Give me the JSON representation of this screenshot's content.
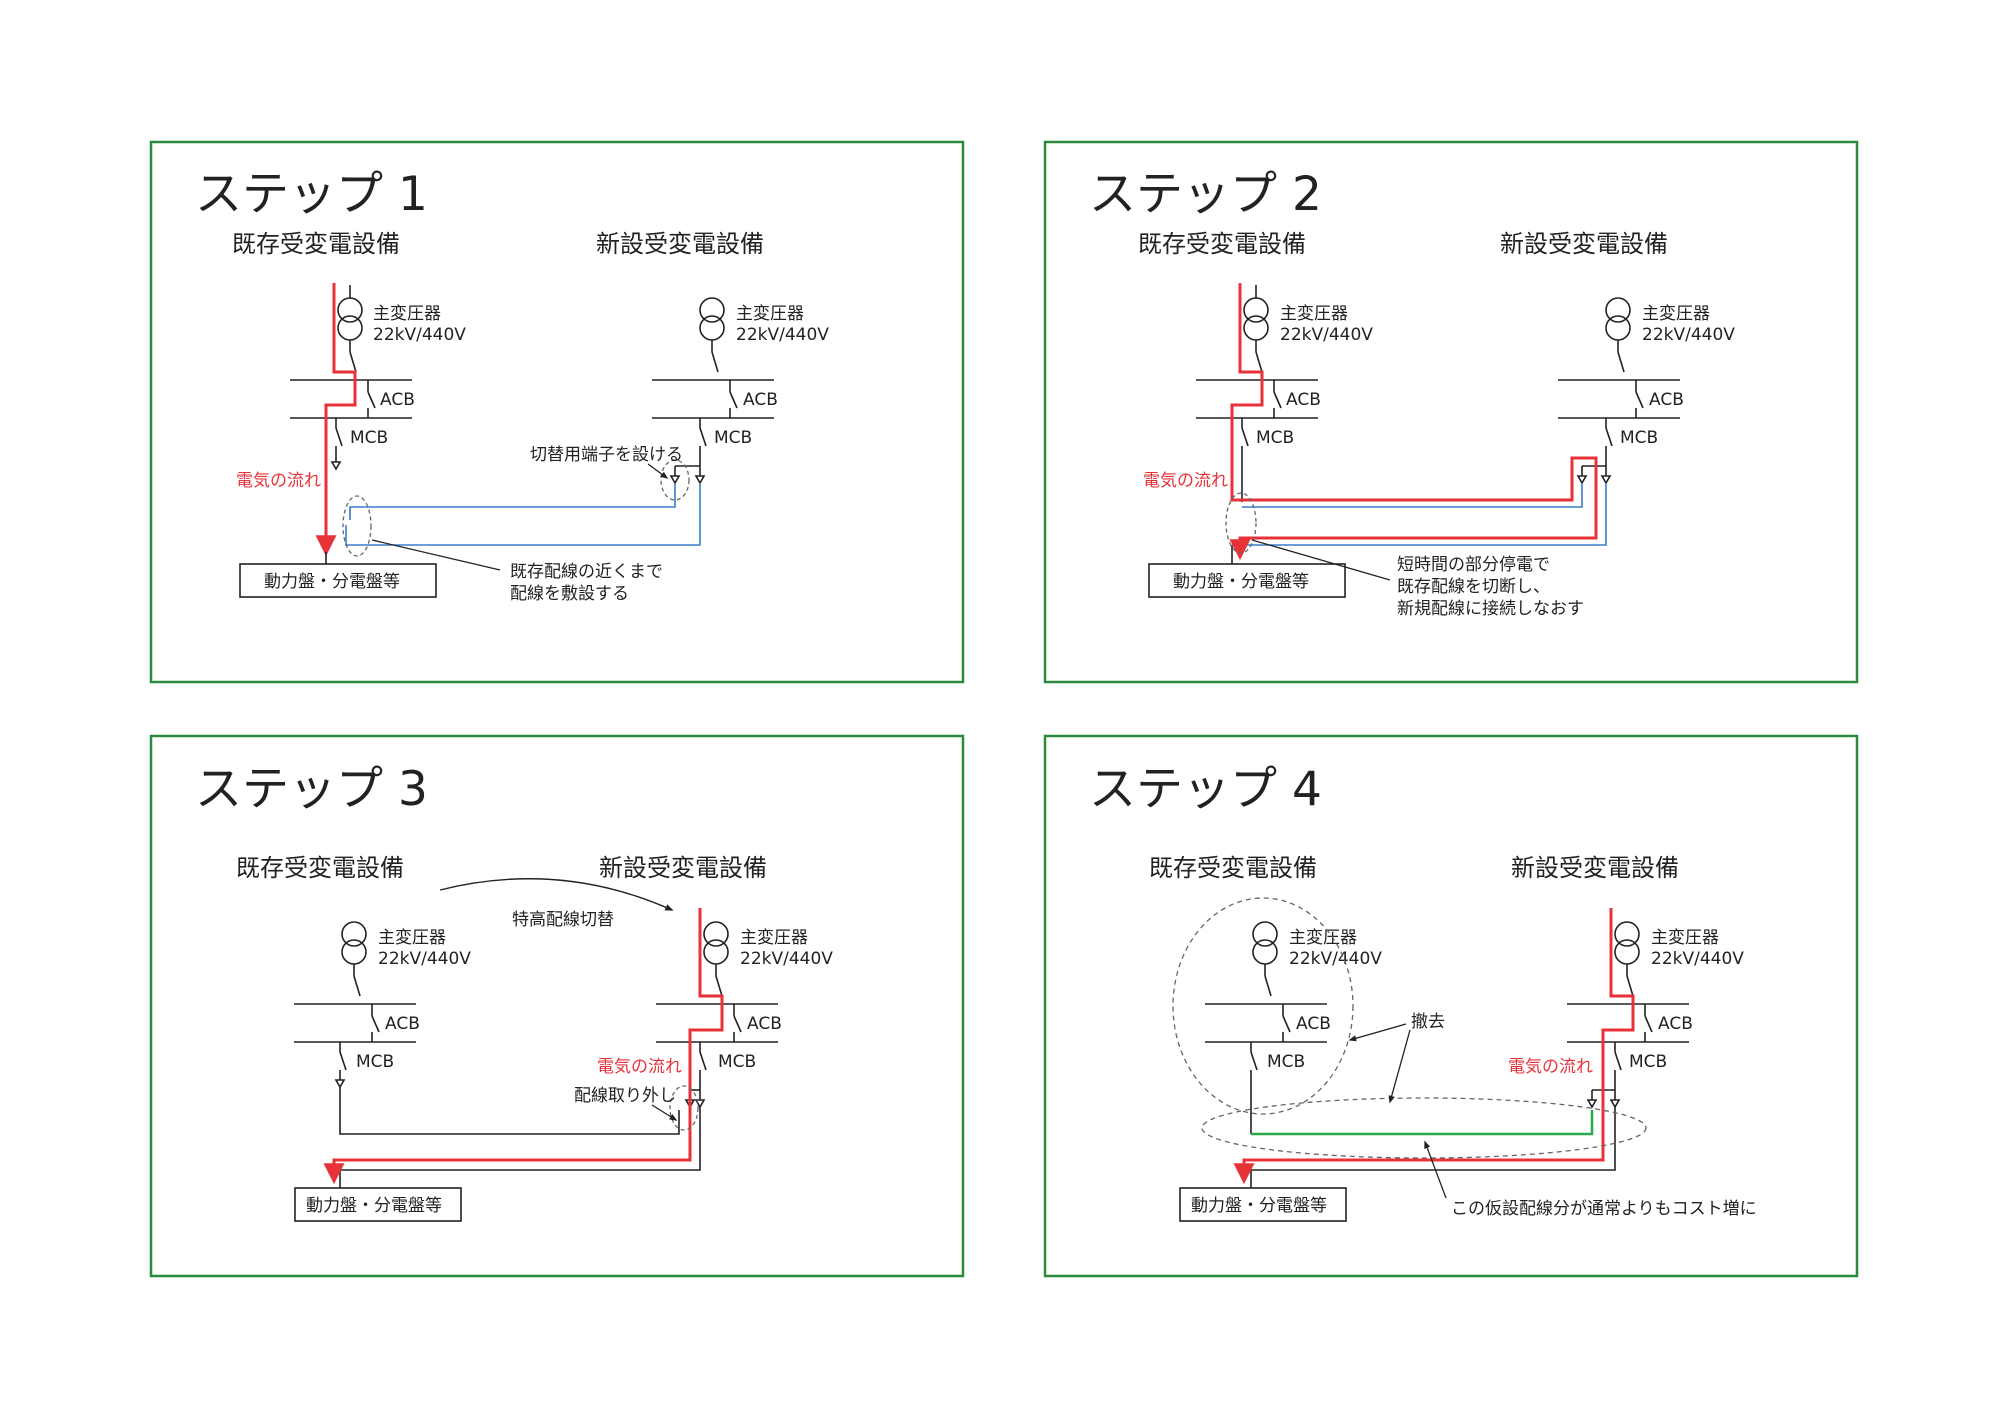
{
  "colors": {
    "frame": "#2a8a3e",
    "power_flow": "#e8323a",
    "new_wiring": "#3a7dc9",
    "temporary_wiring": "#2aa84a",
    "line": "#222222"
  },
  "labels": {
    "existing": "既存受変電設備",
    "new": "新設受変電設備",
    "transformer": "主変圧器",
    "voltage": "22kV/440V",
    "acb": "ACB",
    "mcb": "MCB",
    "flow": "電気の流れ",
    "panel": "動力盤・分電盤等"
  },
  "steps": [
    {
      "title": "ステップ 1",
      "notes": {
        "terminal": "切替用端子を設ける",
        "lay_line1": "既存配線の近くまで",
        "lay_line2": "配線を敷設する"
      }
    },
    {
      "title": "ステップ 2",
      "notes": {
        "line1": "短時間の部分停電で",
        "line2": "既存配線を切断し、",
        "line3": "新規配線に接続しなおす"
      }
    },
    {
      "title": "ステップ 3",
      "notes": {
        "switch": "特高配線切替",
        "remove": "配線取り外し"
      }
    },
    {
      "title": "ステップ 4",
      "notes": {
        "removed": "撤去",
        "cost": "この仮設配線分が通常よりもコスト増に"
      }
    }
  ]
}
